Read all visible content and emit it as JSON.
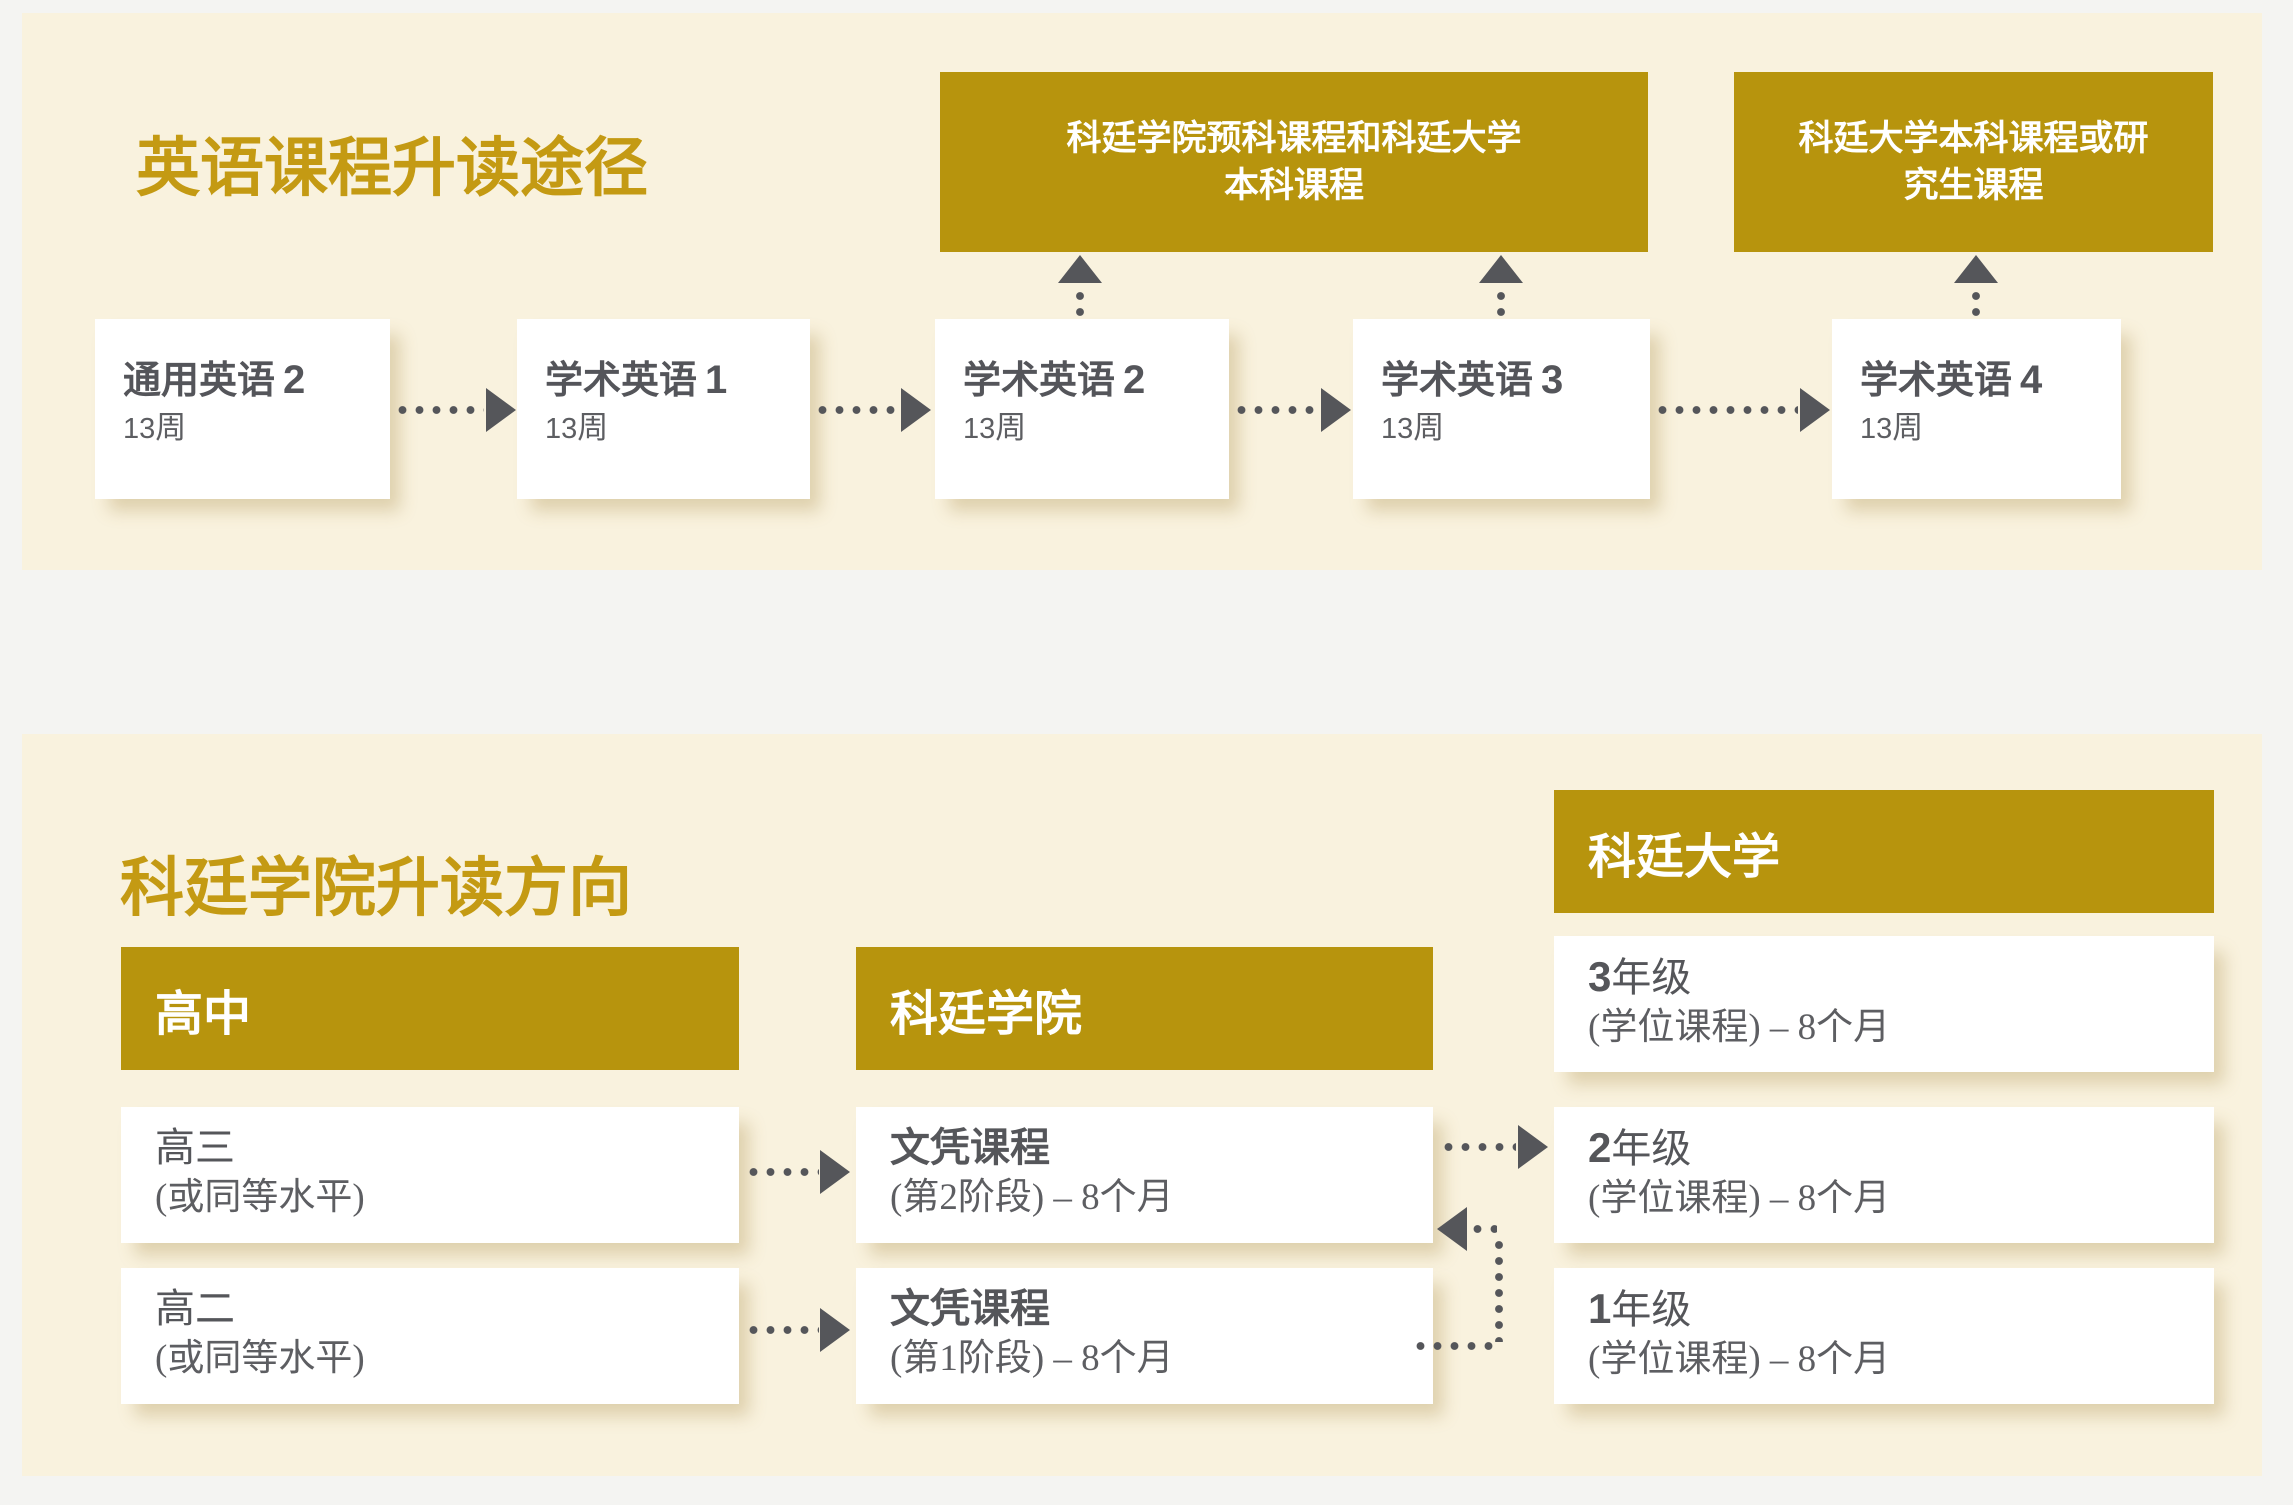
{
  "colors": {
    "page_bg": "#f4f4f2",
    "panel_cream": "#f9f2de",
    "accent_gold": "#b7940d",
    "title_gold": "#c49a13",
    "arrow_gray": "#55565a",
    "text_gray": "#55565a",
    "box_white": "#ffffff"
  },
  "top_section": {
    "title": "英语课程升读途径",
    "destination_boxes": [
      {
        "lines": [
          "科廷学院预科课程和科廷大学",
          "本科课程"
        ]
      },
      {
        "lines": [
          "科廷大学本科课程或研",
          "究生课程"
        ]
      }
    ],
    "courses": [
      {
        "name": "通用英语",
        "number": "2",
        "duration_value": "13",
        "duration_unit": "周"
      },
      {
        "name": "学术英语",
        "number": "1",
        "duration_value": "13",
        "duration_unit": "周"
      },
      {
        "name": "学术英语",
        "number": "2",
        "duration_value": "13",
        "duration_unit": "周"
      },
      {
        "name": "学术英语",
        "number": "3",
        "duration_value": "13",
        "duration_unit": "周"
      },
      {
        "name": "学术英语",
        "number": "4",
        "duration_value": "13",
        "duration_unit": "周"
      }
    ]
  },
  "bottom_section": {
    "title": "科廷学院升读方向",
    "columns": [
      {
        "header": "高中",
        "boxes": [
          {
            "line1": "高三",
            "line2": "(或同等水平)"
          },
          {
            "line1": "高二",
            "line2": "(或同等水平)"
          }
        ]
      },
      {
        "header": "科廷学院",
        "boxes": [
          {
            "line1": "文凭课程",
            "line2": "(第2阶段) – 8个月"
          },
          {
            "line1": "文凭课程",
            "line2": "(第1阶段) – 8个月"
          }
        ]
      },
      {
        "header": "科廷大学",
        "boxes": [
          {
            "number": "3",
            "suffix": "年级",
            "line2": "(学位课程) – 8个月"
          },
          {
            "number": "2",
            "suffix": "年级",
            "line2": "(学位课程) – 8个月"
          },
          {
            "number": "1",
            "suffix": "年级",
            "line2": "(学位课程) – 8个月"
          }
        ]
      }
    ]
  }
}
